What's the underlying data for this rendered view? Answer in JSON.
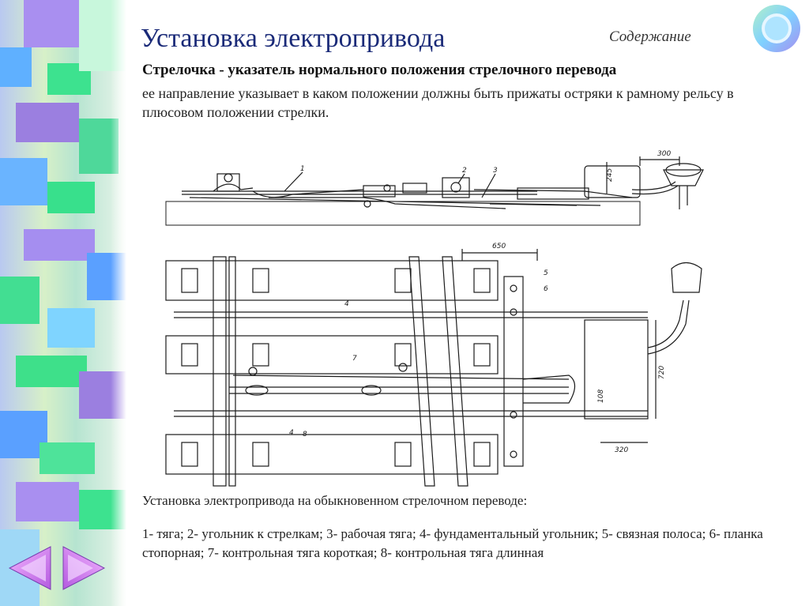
{
  "header": {
    "title": "Установка электропривода",
    "toc_link": "Содержание"
  },
  "content": {
    "subtitle": "Стрелочка - указатель нормального  положения стрелочного перевода",
    "description": "ее направление указывает в каком положении должны быть прижаты остряки к рамному рельсу в плюсовом положении стрелки.",
    "caption": "Установка электропривода на обыкновенном стрелочном переводе:",
    "legend": "1- тяга; 2- угольник к стрелкам; 3- рабочая тяга; 4- фундаментальный угольник; 5- связная полоса; 6- планка стопорная; 7- контрольная тяга короткая; 8- контрольная тяга длинная"
  },
  "drawing": {
    "callouts": [
      "1",
      "2",
      "3",
      "4",
      "4",
      "5",
      "6",
      "7",
      "8"
    ],
    "dimensions": [
      "300",
      "245",
      "650",
      "720",
      "108",
      "320"
    ]
  },
  "nav": {
    "prev": "previous-slide",
    "next": "next-slide"
  },
  "colors": {
    "title": "#1a2a78",
    "sidebar_green": "#3ee08a",
    "sidebar_blue": "#5aa0ff",
    "sidebar_purple": "#9b7fe0",
    "line": "#1c1c1c"
  }
}
